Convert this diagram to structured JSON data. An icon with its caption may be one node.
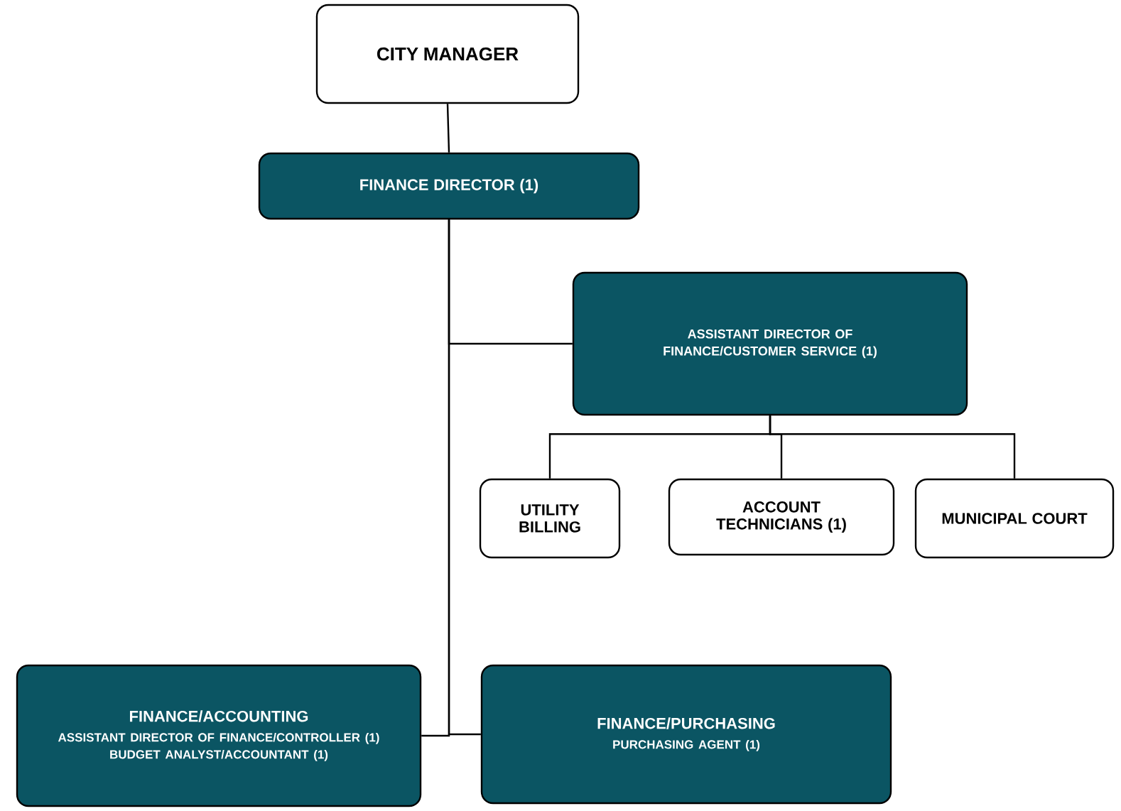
{
  "diagram": {
    "nodes": [
      {
        "text": [
          "CITY MANAGER"
        ]
      },
      {
        "text": [
          "FINANCE DIRECTOR (1)"
        ]
      },
      {
        "text": [
          "ASSISTANT DIRECTOR OF FINANCE/CUSTOMER SERVICE (1)"
        ]
      },
      {
        "text": [
          "UTILITY BILLING"
        ]
      },
      {
        "text": [
          "ACCOUNT TECHNICIANS (1)"
        ]
      },
      {
        "text": [
          "MUNICIPAL COURT"
        ]
      },
      {
        "text": [
          "FINANCE/ACCOUNTING",
          "ASSISTANT DIRECTOR OF FINANCE/CONTROLLER (1)",
          "BUDGET ANALYST/ACCOUNTANT (1)"
        ]
      },
      {
        "text": [
          "FINANCE/PURCHASING",
          "PURCHASING AGENT (1)"
        ]
      }
    ],
    "edges": [
      {
        "from": 0,
        "to": 1,
        "arrow": "none"
      },
      {
        "from": 1,
        "to": 2,
        "arrow": "none"
      },
      {
        "from": 1,
        "to": 6,
        "arrow": "none"
      },
      {
        "from": 1,
        "to": 7,
        "arrow": "none"
      },
      {
        "from": 2,
        "to": 3,
        "arrow": "none"
      },
      {
        "from": 2,
        "to": 4,
        "arrow": "none"
      },
      {
        "from": 2,
        "to": 5,
        "arrow": "none"
      }
    ]
  }
}
